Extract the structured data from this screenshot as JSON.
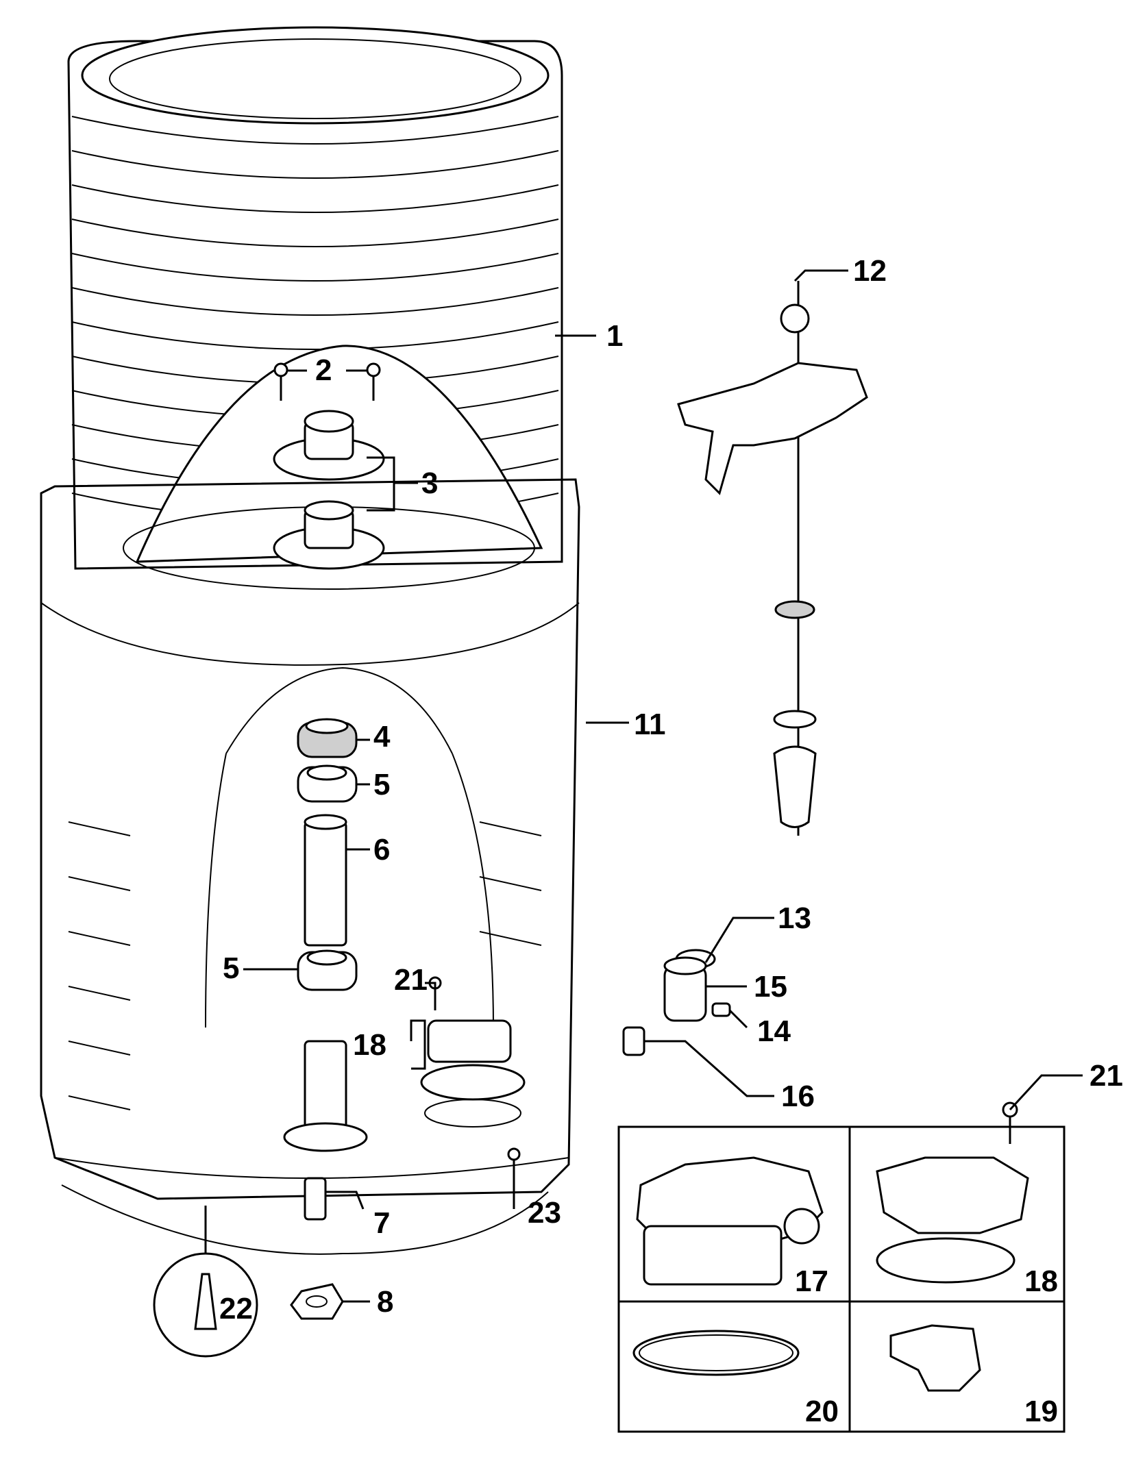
{
  "callouts": [
    {
      "id": "1",
      "text": "1"
    },
    {
      "id": "2",
      "text": "2"
    },
    {
      "id": "3",
      "text": "3"
    },
    {
      "id": "4",
      "text": "4"
    },
    {
      "id": "5a",
      "text": "5"
    },
    {
      "id": "5b",
      "text": "5"
    },
    {
      "id": "6",
      "text": "6"
    },
    {
      "id": "7",
      "text": "7"
    },
    {
      "id": "8",
      "text": "8"
    },
    {
      "id": "11",
      "text": "11"
    },
    {
      "id": "12",
      "text": "12"
    },
    {
      "id": "13",
      "text": "13"
    },
    {
      "id": "14",
      "text": "14"
    },
    {
      "id": "15",
      "text": "15"
    },
    {
      "id": "16",
      "text": "16"
    },
    {
      "id": "17",
      "text": "17"
    },
    {
      "id": "18a",
      "text": "18"
    },
    {
      "id": "18b",
      "text": "18"
    },
    {
      "id": "19",
      "text": "19"
    },
    {
      "id": "20",
      "text": "20"
    },
    {
      "id": "21a",
      "text": "21"
    },
    {
      "id": "21b",
      "text": "21"
    },
    {
      "id": "22",
      "text": "22"
    },
    {
      "id": "23",
      "text": "23"
    }
  ]
}
